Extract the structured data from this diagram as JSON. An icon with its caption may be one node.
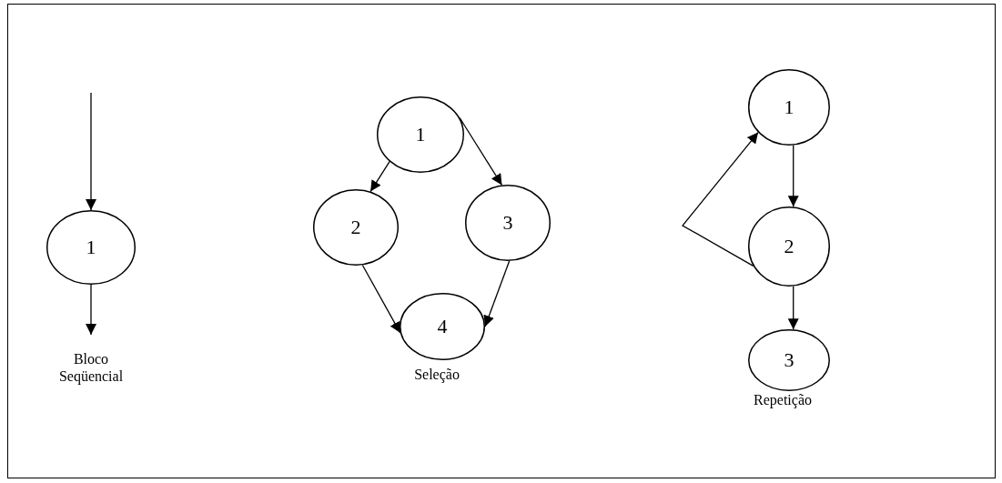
{
  "diagram": {
    "nodes": [
      {
        "text": [
          "1"
        ]
      },
      {
        "text": [
          "1"
        ]
      },
      {
        "text": [
          "2"
        ]
      },
      {
        "text": [
          "3"
        ]
      },
      {
        "text": [
          "4"
        ]
      },
      {
        "text": [
          "1"
        ]
      },
      {
        "text": [
          "2"
        ]
      },
      {
        "text": [
          "3"
        ]
      }
    ],
    "edges": [
      {
        "from": null,
        "to": 0,
        "arrow": "to"
      },
      {
        "from": 0,
        "to": null,
        "arrow": "to"
      },
      {
        "from": 1,
        "to": 2,
        "arrow": "to"
      },
      {
        "from": 1,
        "to": 3,
        "arrow": "to"
      },
      {
        "from": 2,
        "to": 4,
        "arrow": "to"
      },
      {
        "from": 3,
        "to": 4,
        "arrow": "to"
      },
      {
        "from": 6,
        "to": 5,
        "arrow": "to"
      },
      {
        "from": 5,
        "to": 6,
        "arrow": "to"
      },
      {
        "from": 6,
        "to": 7,
        "arrow": "to"
      }
    ],
    "labels": [
      "Bloco Seqüencial",
      "Seleção",
      "Repetição"
    ]
  }
}
